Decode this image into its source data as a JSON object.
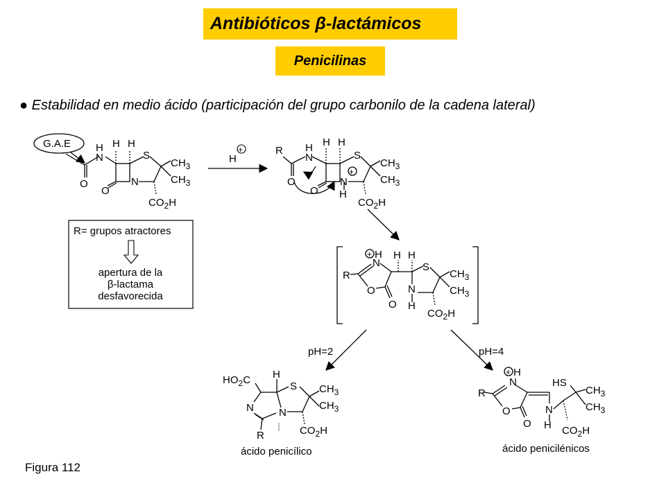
{
  "title": "Antibióticos β-lactámicos",
  "subtitle": "Penicilinas",
  "bullet": "● Estabilidad en medio ácido (participación del grupo carbonilo de la cadena lateral)",
  "figure_label": "Figura 112",
  "labels": {
    "gae": "G.A.E",
    "h_plus": "H",
    "ph2": "pH=2",
    "ph4": "pH=4",
    "acido_penicilico": "ácido penicílico",
    "acido_penicilenicos": "ácido penicilénicos"
  },
  "note_box": {
    "line1": "R= grupos atractores",
    "line2": "apertura de la",
    "line3": "β-lactama",
    "line4": "desfavorecida"
  }
}
